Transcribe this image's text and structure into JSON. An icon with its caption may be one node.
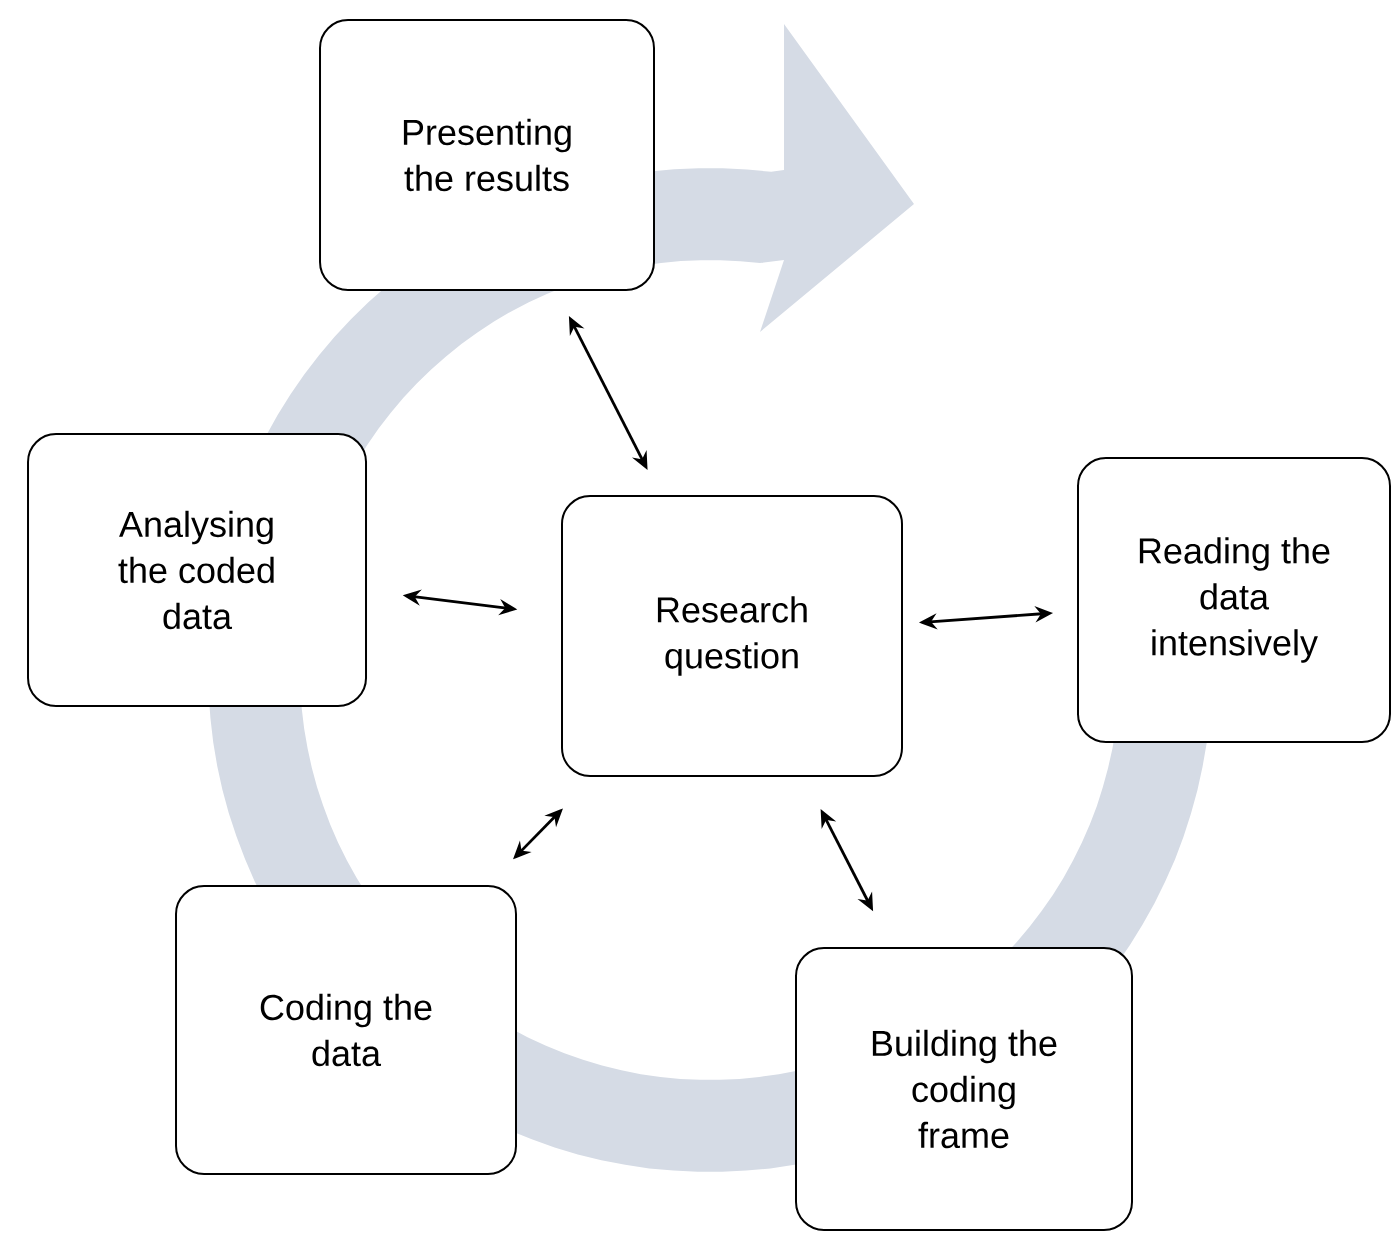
{
  "diagram": {
    "nodes": [
      {
        "text": [
          "Presenting the results"
        ]
      },
      {
        "text": [
          "Analysing the coded data"
        ]
      },
      {
        "text": [
          "Research question"
        ]
      },
      {
        "text": [
          "Reading the data intensively"
        ]
      },
      {
        "text": [
          "Coding the data"
        ]
      },
      {
        "text": [
          "Building the coding frame"
        ]
      }
    ],
    "edges": [
      {
        "from": 2,
        "to": 0,
        "arrow": "both"
      },
      {
        "from": 2,
        "to": 1,
        "arrow": "both"
      },
      {
        "from": 2,
        "to": 3,
        "arrow": "both"
      },
      {
        "from": 2,
        "to": 4,
        "arrow": "both"
      },
      {
        "from": 2,
        "to": 5,
        "arrow": "both"
      }
    ]
  }
}
